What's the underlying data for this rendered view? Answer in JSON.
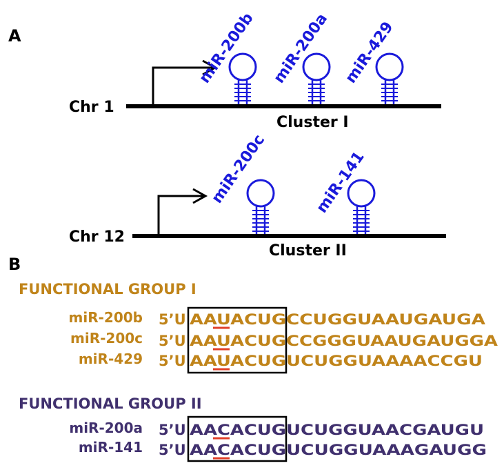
{
  "panel_a": {
    "label": "A",
    "clusters": [
      {
        "chromosome": "Chr 1",
        "cluster_label": "Cluster I",
        "mirnas": [
          "miR-200b",
          "miR-200a",
          "miR-429"
        ]
      },
      {
        "chromosome": "Chr 12",
        "cluster_label": "Cluster II",
        "mirnas": [
          "miR-200c",
          "miR-141"
        ]
      }
    ]
  },
  "panel_b": {
    "label": "B",
    "groups": [
      {
        "title": "FUNCTIONAL GROUP I",
        "color": "#c0841a",
        "rows": [
          {
            "name": "miR-200b",
            "prefix": "5’U",
            "seed": "AAUACUG",
            "rest": "CCUGGUAAUGAUGA"
          },
          {
            "name": "miR-200c",
            "prefix": "5’U",
            "seed": "AAUACUG",
            "rest": "CCGGGUAAUGAUGGA"
          },
          {
            "name": "miR-429",
            "prefix": "5’U",
            "seed": "AAUACUG",
            "rest": "UCUGGUAAAACCGU"
          }
        ]
      },
      {
        "title": "FUNCTIONAL GROUP II",
        "color": "#40306e",
        "rows": [
          {
            "name": "miR-200a",
            "prefix": "5’U",
            "seed": "AACACUG",
            "rest": "UCUGGUAACGAUGU"
          },
          {
            "name": "miR-141",
            "prefix": "5’U",
            "seed": "AACACUG",
            "rest": "UCUGGUAAAGAUGG"
          }
        ]
      }
    ]
  },
  "colors": {
    "hairpin": "#1a1adb",
    "line": "#000000",
    "seed_underline": "#e0402a"
  },
  "icons": {
    "promoter": "right-angle-arrow-icon",
    "hairpin": "stem-loop-hairpin-icon"
  }
}
